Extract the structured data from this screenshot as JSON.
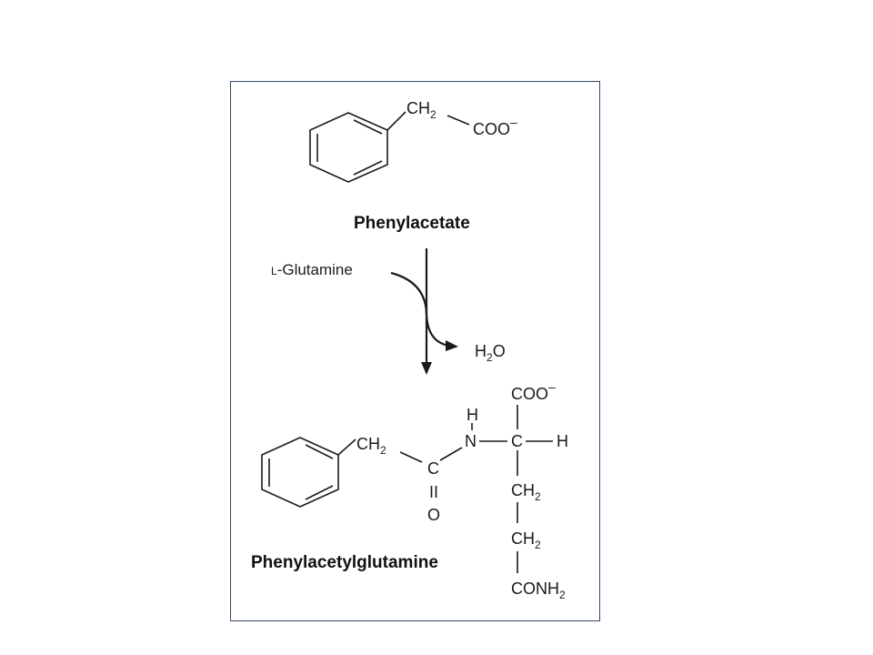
{
  "reactant": {
    "name": "Phenylacetate",
    "ch2": "CH",
    "ch2_sub": "2",
    "carboxylate": "COO",
    "charge": "–"
  },
  "reaction": {
    "reagent": "L-Glutamine",
    "reagent_sc_l": "L",
    "reagent_rest": "-Glutamine",
    "byproduct_h": "H",
    "byproduct_sub": "2",
    "byproduct_o": "O"
  },
  "product": {
    "name": "Phenylacetylglutamine",
    "ch2": "CH",
    "ch2_sub": "2",
    "carbonyl_c": "C",
    "carbonyl_o": "O",
    "double_bond": "II",
    "amide_h": "H",
    "amide_n": "N",
    "alpha_c": "C",
    "alpha_h": "H",
    "carboxylate": "COO",
    "charge": "–",
    "side_ch2_a": "CH",
    "side_ch2_b": "CH",
    "sub2": "2",
    "amide_group": "CONH",
    "amide_group_sub": "2"
  },
  "colors": {
    "frame": "#34456b",
    "ink": "#1a1a1a"
  }
}
